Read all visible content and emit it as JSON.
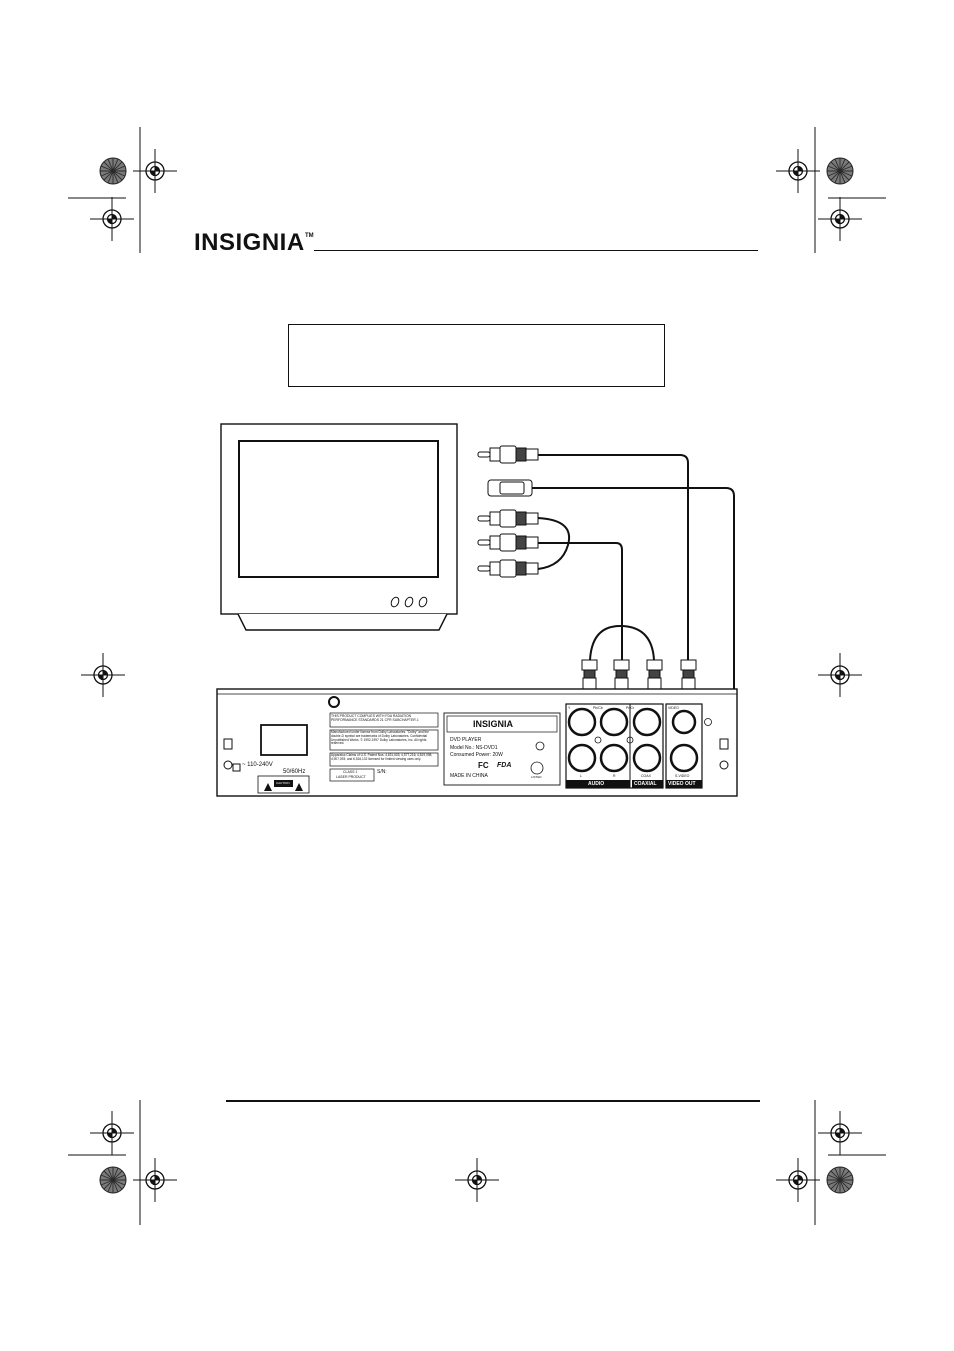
{
  "header": {
    "brand": "INSIGNIA",
    "trademark": "TM"
  },
  "diagram": {
    "dvd_rear_panel": {
      "compliance_text": "THIS PRODUCT COMPLIES WITH FDA RADIATION PERFORMANCE STANDARDS 21 CFR SUBCHAPTER J.",
      "dolby_text": "Manufactured under license from Dolby Laboratories. \"Dolby\" and the double-D symbol are trademarks of Dolby Laboratories. Confidential Unpublished Works. © 1992-1997 Dolby Laboratories, Inc. All rights reserved.",
      "patent_text": "Apparatus Claims of U.S. Patent Nos. 4,631,603; 4,577,216; 4,819,098; 4,907,093; and 6,516,132 licensed for limited viewing uses only.",
      "voltage": "~ 110-240V",
      "frequency": "50/60Hz",
      "caution": "CAUTION",
      "laser_class": "CLASS 1",
      "laser_product": "LASER PRODUCT",
      "serial": "S/N:",
      "label_brand": "INSIGNIA",
      "product": "DVD PLAYER",
      "model": "Model No.: NS-DVD1",
      "power": "Consumed Power: 20W",
      "origin": "MADE IN CHINA",
      "fcc": "FC",
      "fda": "FDA",
      "listed": "LISTED",
      "jack_pb": "Pb/Cb",
      "jack_pr": "Pr/Cr",
      "jack_y": "Y",
      "jack_l": "L",
      "jack_r": "R",
      "jack_coax": "COAX",
      "jack_video": "VIDEO",
      "jack_svideo": "S-VIDEO",
      "section_audio": "AUDIO",
      "section_coaxial": "COAXIAL",
      "section_videoout": "VIDEO OUT"
    }
  }
}
